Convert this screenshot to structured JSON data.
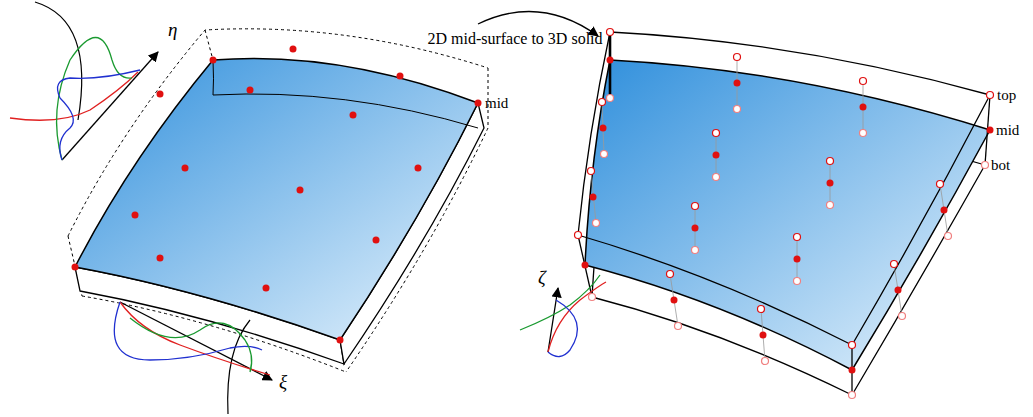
{
  "diagram": {
    "labels": [
      "η",
      "ξ",
      "mid",
      "2D mid-surface to 3D solid",
      "ζ",
      "top",
      "mid",
      "bot"
    ]
  }
}
